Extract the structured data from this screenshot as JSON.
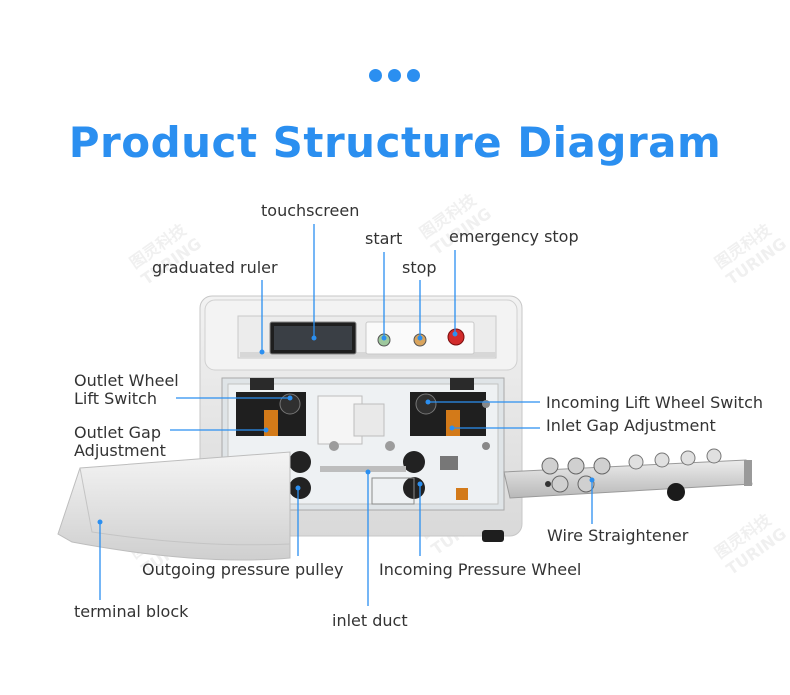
{
  "header": {
    "title": "Product Structure Diagram"
  },
  "watermark": {
    "cn": "图灵科技",
    "en": "TURING"
  },
  "labels": {
    "touchscreen": "touchscreen",
    "start": "start",
    "emergency_stop": "emergency stop",
    "graduated_ruler": "graduated ruler",
    "stop": "stop",
    "outlet_wheel_lift_switch": "Outlet Wheel\nLift Switch",
    "outlet_gap_adjustment": "Outlet Gap\nAdjustment",
    "incoming_lift_wheel_switch": "Incoming Lift Wheel Switch",
    "inlet_gap_adjustment": "Inlet Gap Adjustment",
    "wire_straightener": "Wire Straightener",
    "outgoing_pressure_pulley": "Outgoing pressure pulley",
    "incoming_pressure_wheel": "Incoming Pressure Wheel",
    "terminal_block": "terminal block",
    "inlet_duct": "inlet duct"
  },
  "colors": {
    "accent": "#2b8ff0",
    "text": "#333333",
    "machine": "#e6e6e6"
  }
}
